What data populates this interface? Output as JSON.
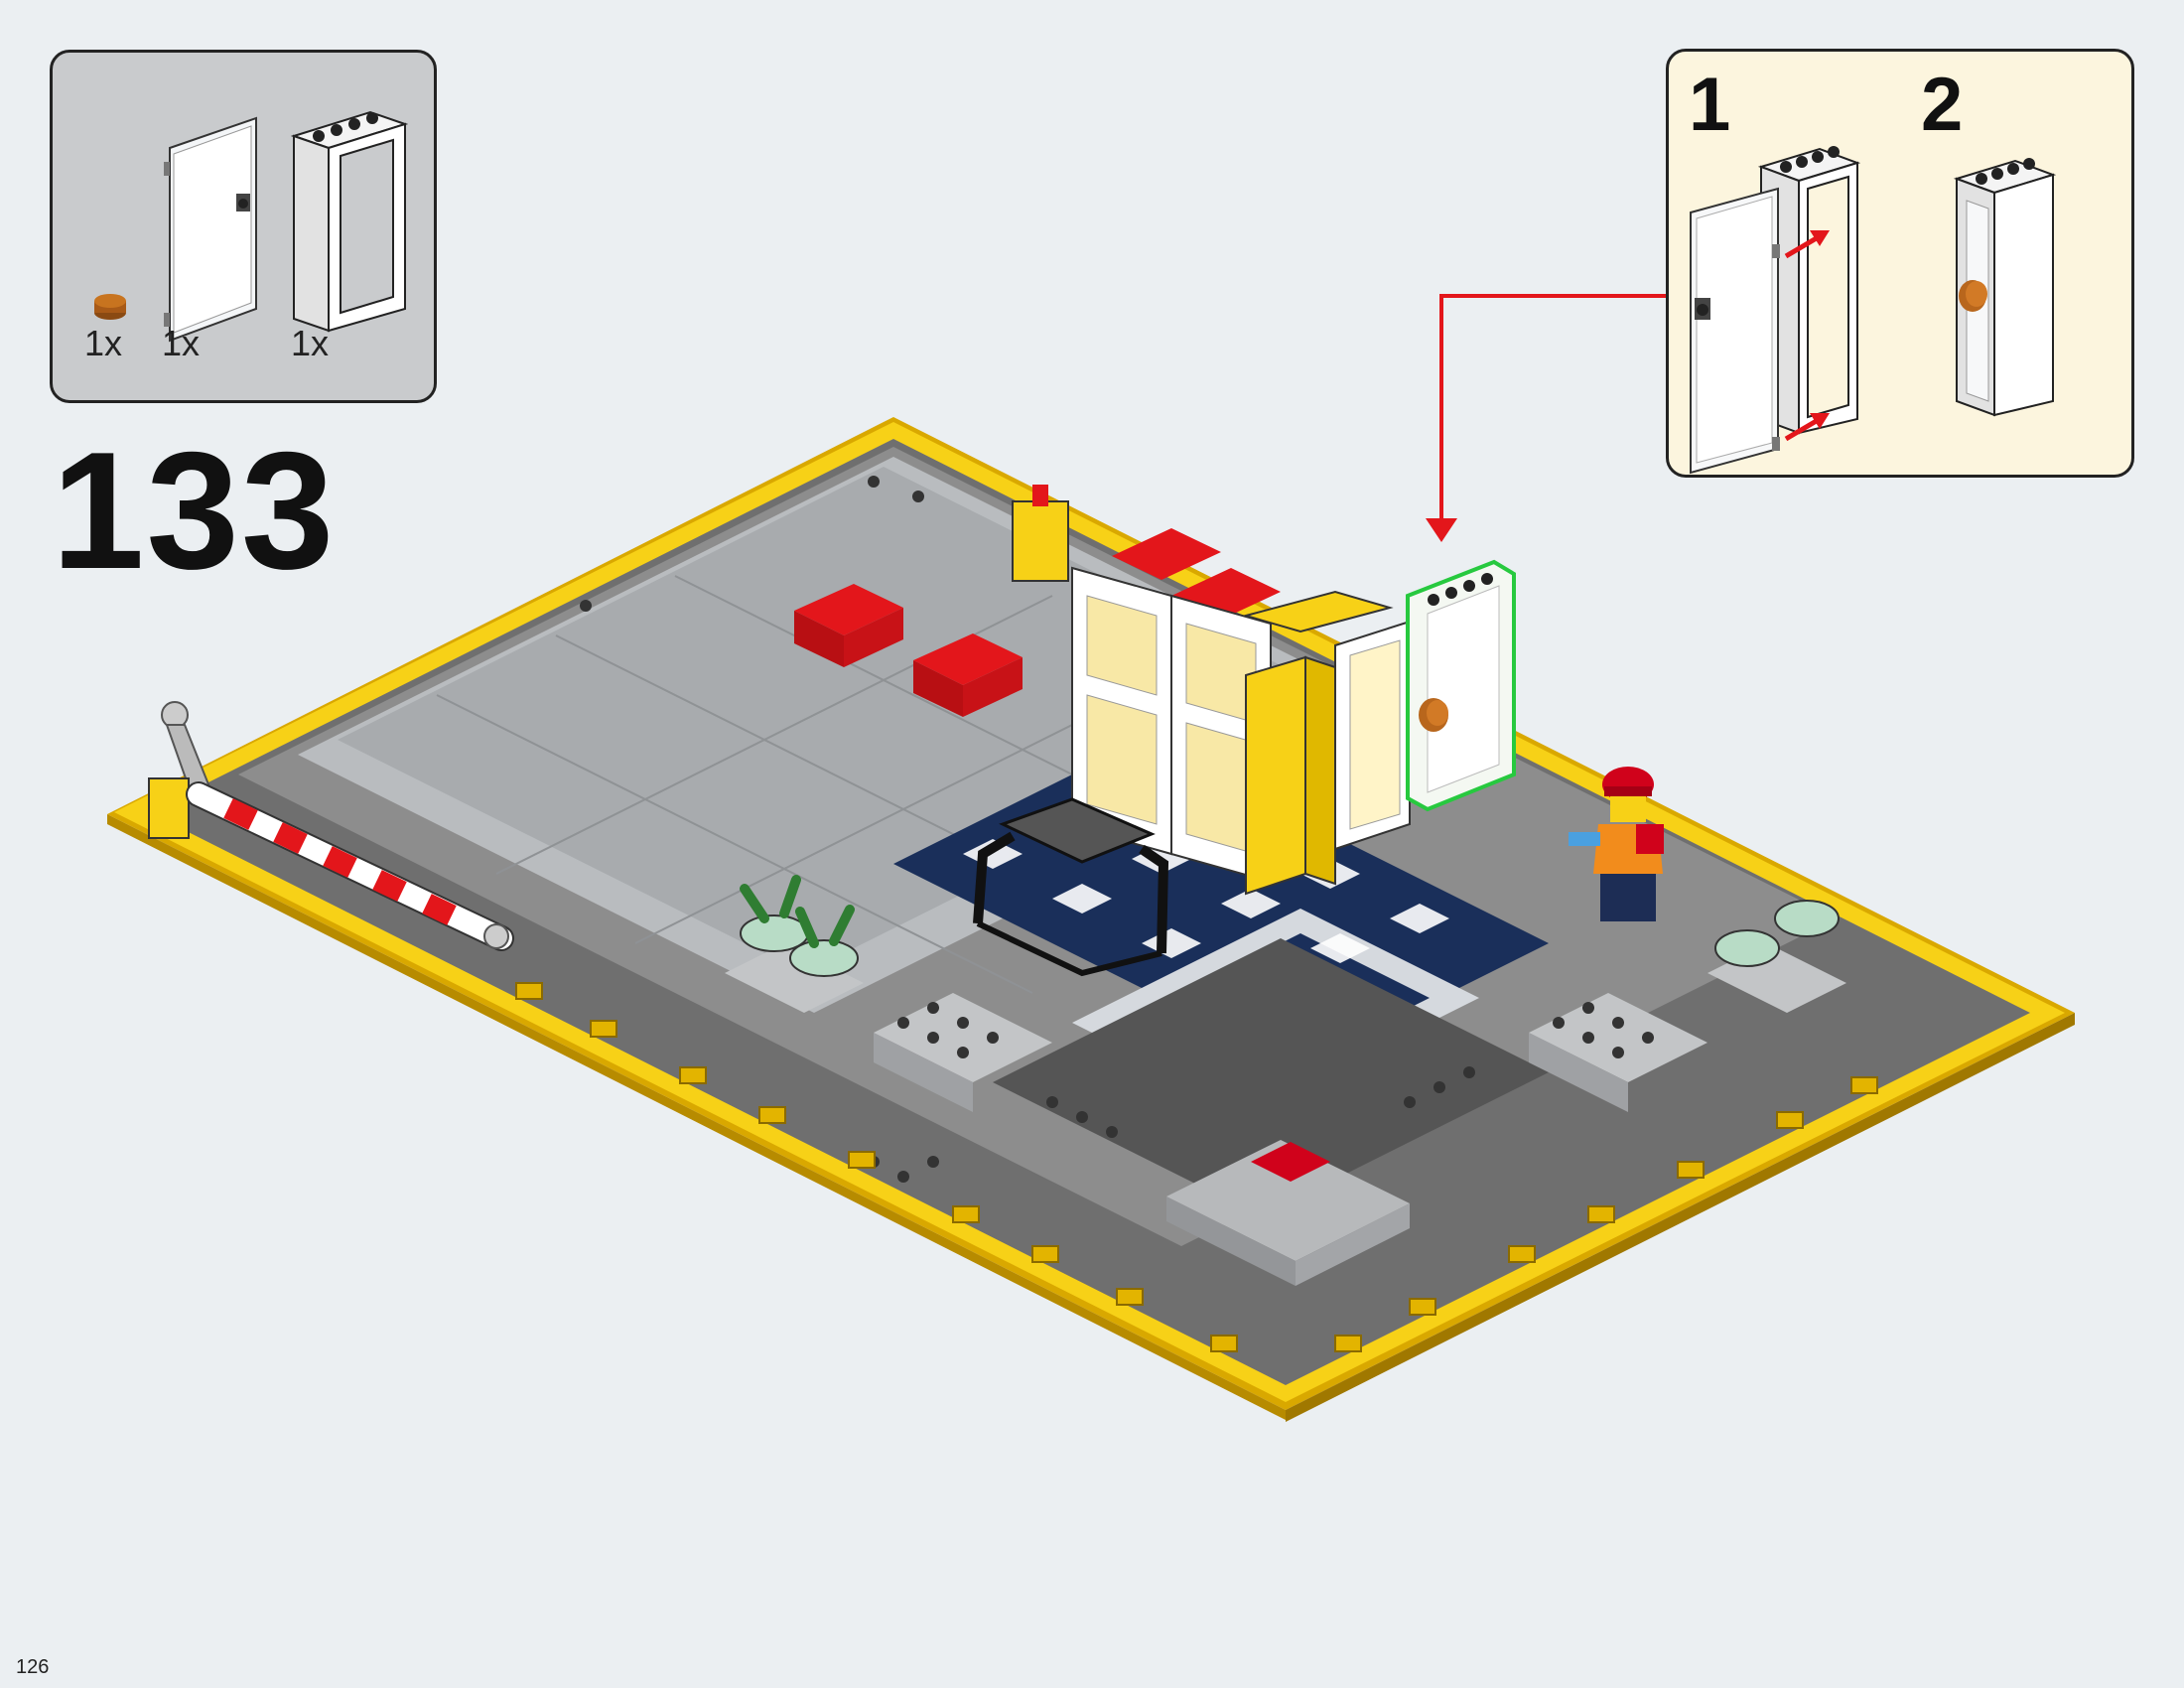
{
  "step": {
    "number": "133"
  },
  "parts_list": {
    "items": [
      {
        "name": "round-tile-1x1-brown",
        "quantity": "1x"
      },
      {
        "name": "door-1x4x6-transparent",
        "quantity": "1x"
      },
      {
        "name": "door-frame-1x4x6-white",
        "quantity": "1x"
      }
    ]
  },
  "sub_steps": [
    {
      "number": "1"
    },
    {
      "number": "2"
    }
  ],
  "colors": {
    "background": "#ebeff2",
    "callout_background": "#fcf5de",
    "parts_background": "#c9cbcd",
    "highlight": "#27c93f",
    "arrow": "#e3161b",
    "baseplate_yellow": "#f7d117"
  },
  "page": {
    "number": "126"
  }
}
